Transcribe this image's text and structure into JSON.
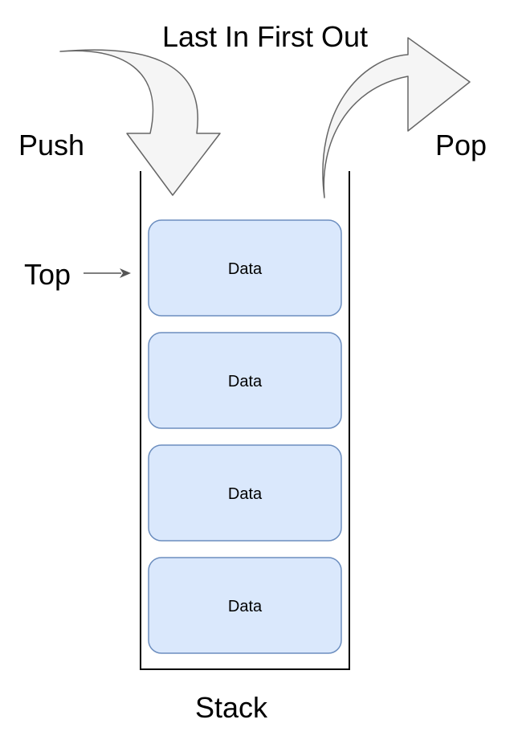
{
  "diagram": {
    "title": "Last In First Out",
    "push_label": "Push",
    "pop_label": "Pop",
    "top_label": "Top",
    "stack_label": "Stack",
    "items": [
      {
        "label": "Data"
      },
      {
        "label": "Data"
      },
      {
        "label": "Data"
      },
      {
        "label": "Data"
      }
    ]
  },
  "colors": {
    "item_fill": "#dae8fc",
    "item_stroke": "#6c8ebf",
    "arrow_fill": "#f5f5f5",
    "arrow_stroke": "#666666",
    "container_stroke": "#000000"
  }
}
